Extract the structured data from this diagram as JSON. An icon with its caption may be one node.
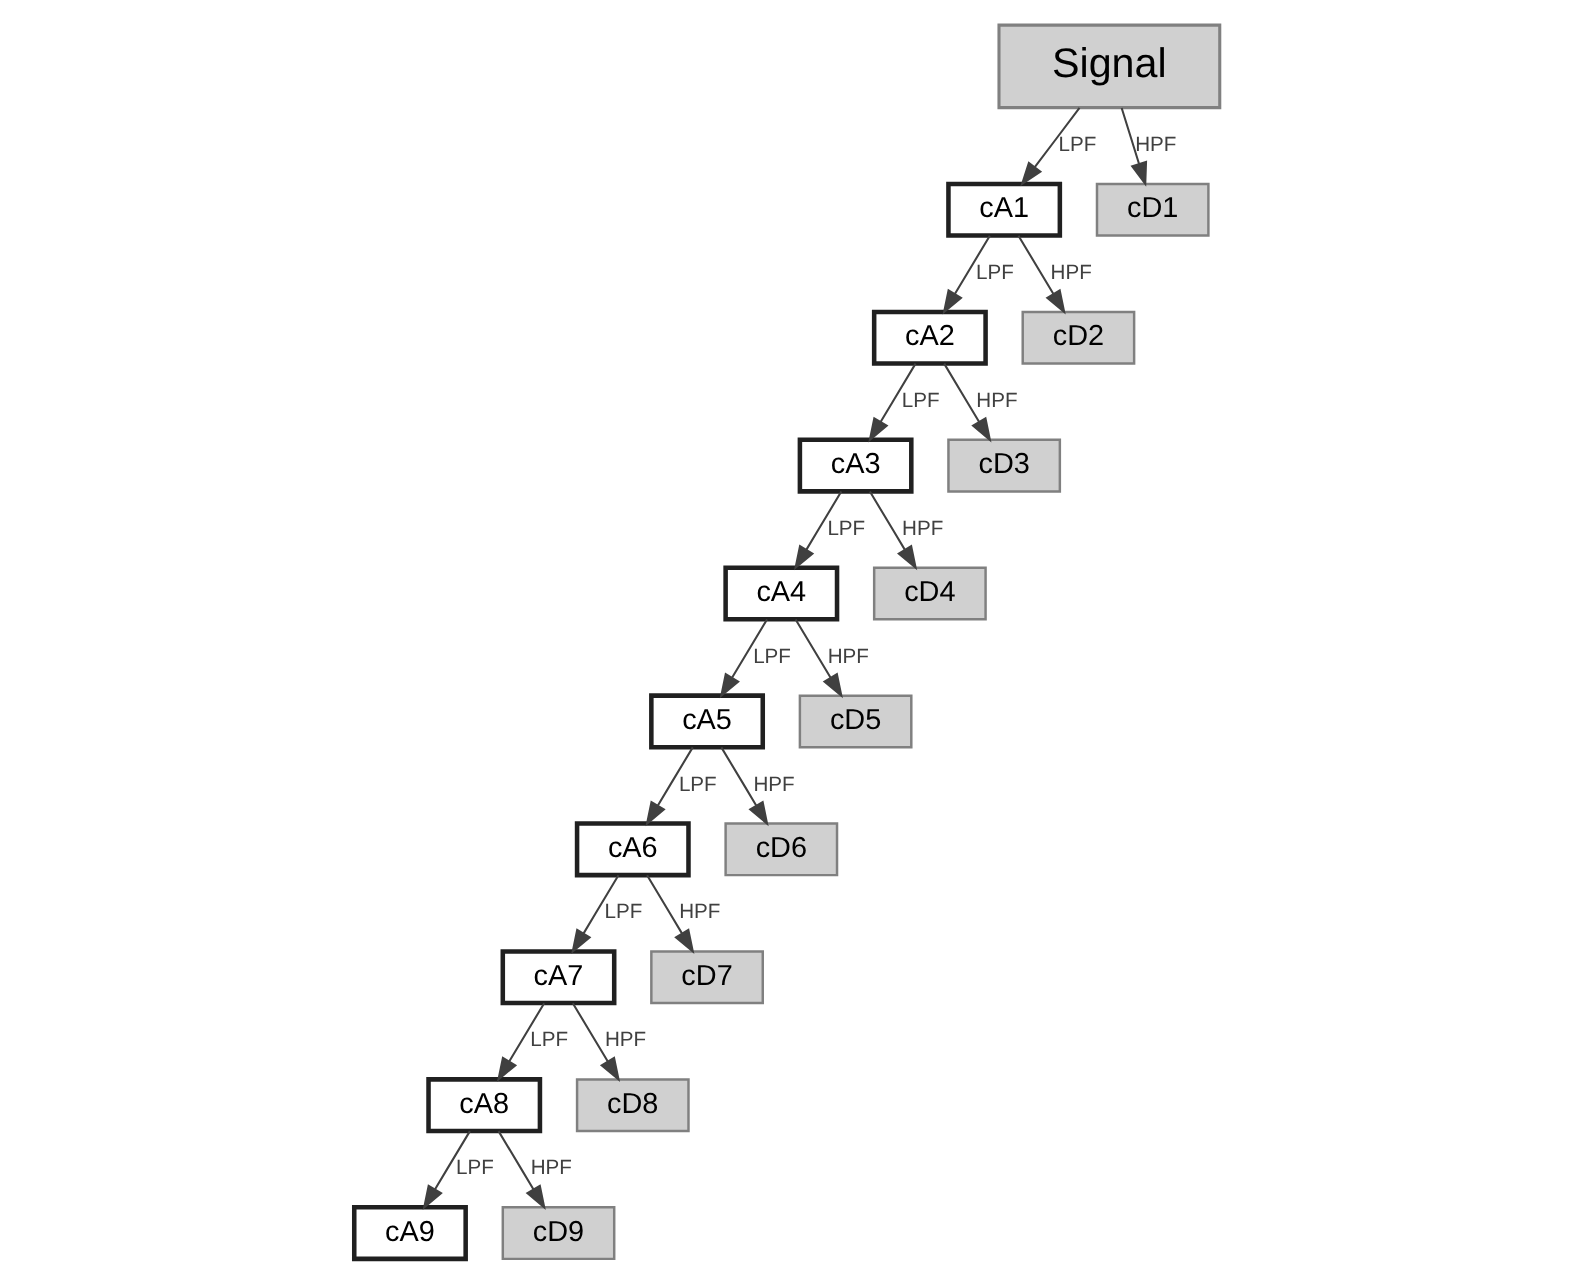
{
  "diagram": {
    "nodes": [
      {
        "text": [
          "Signal"
        ]
      },
      {
        "text": [
          "cA1"
        ]
      },
      {
        "text": [
          "cD1"
        ]
      },
      {
        "text": [
          "cA2"
        ]
      },
      {
        "text": [
          "cD2"
        ]
      },
      {
        "text": [
          "cA3"
        ]
      },
      {
        "text": [
          "cD3"
        ]
      },
      {
        "text": [
          "cA4"
        ]
      },
      {
        "text": [
          "cD4"
        ]
      },
      {
        "text": [
          "cA5"
        ]
      },
      {
        "text": [
          "cD5"
        ]
      },
      {
        "text": [
          "cA6"
        ]
      },
      {
        "text": [
          "cD6"
        ]
      },
      {
        "text": [
          "cA7"
        ]
      },
      {
        "text": [
          "cD7"
        ]
      },
      {
        "text": [
          "cA8"
        ]
      },
      {
        "text": [
          "cD8"
        ]
      },
      {
        "text": [
          "cA9"
        ]
      },
      {
        "text": [
          "cD9"
        ]
      }
    ],
    "edges": [
      {
        "from": 0,
        "to": 1,
        "arrow": "to",
        "label": "LPF"
      },
      {
        "from": 0,
        "to": 2,
        "arrow": "to",
        "label": "HPF"
      },
      {
        "from": 1,
        "to": 3,
        "arrow": "to",
        "label": "LPF"
      },
      {
        "from": 1,
        "to": 4,
        "arrow": "to",
        "label": "HPF"
      },
      {
        "from": 3,
        "to": 5,
        "arrow": "to",
        "label": "LPF"
      },
      {
        "from": 3,
        "to": 6,
        "arrow": "to",
        "label": "HPF"
      },
      {
        "from": 5,
        "to": 7,
        "arrow": "to",
        "label": "LPF"
      },
      {
        "from": 5,
        "to": 8,
        "arrow": "to",
        "label": "HPF"
      },
      {
        "from": 7,
        "to": 9,
        "arrow": "to",
        "label": "LPF"
      },
      {
        "from": 7,
        "to": 10,
        "arrow": "to",
        "label": "HPF"
      },
      {
        "from": 9,
        "to": 11,
        "arrow": "to",
        "label": "LPF"
      },
      {
        "from": 9,
        "to": 12,
        "arrow": "to",
        "label": "HPF"
      },
      {
        "from": 11,
        "to": 13,
        "arrow": "to",
        "label": "LPF"
      },
      {
        "from": 11,
        "to": 14,
        "arrow": "to",
        "label": "HPF"
      },
      {
        "from": 13,
        "to": 15,
        "arrow": "to",
        "label": "LPF"
      },
      {
        "from": 13,
        "to": 16,
        "arrow": "to",
        "label": "HPF"
      },
      {
        "from": 15,
        "to": 17,
        "arrow": "to",
        "label": "LPF"
      },
      {
        "from": 15,
        "to": 18,
        "arrow": "to",
        "label": "HPF"
      }
    ]
  }
}
